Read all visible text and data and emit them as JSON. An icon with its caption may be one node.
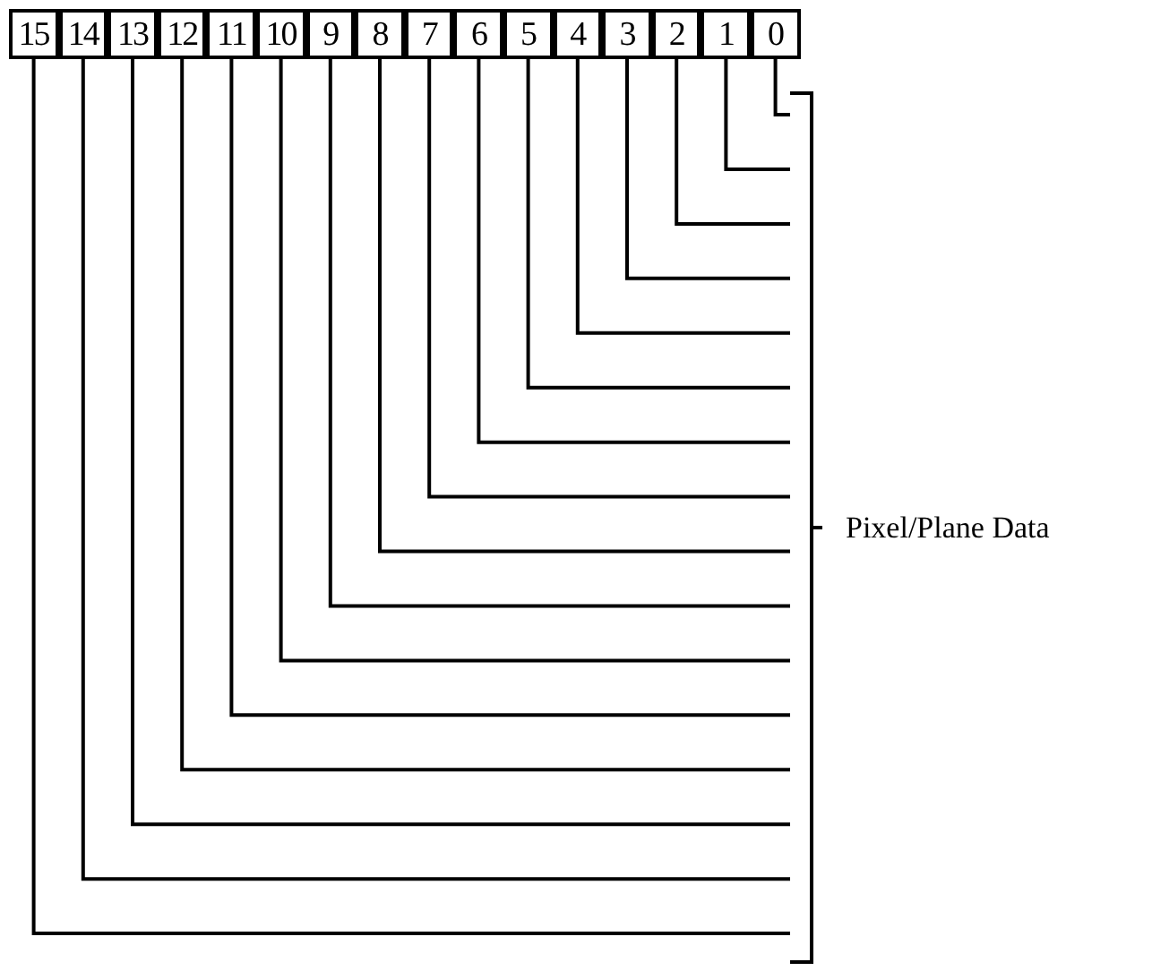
{
  "diagram": {
    "nodes": [
      {
        "text": [
          "15"
        ]
      },
      {
        "text": [
          "14"
        ]
      },
      {
        "text": [
          "13"
        ]
      },
      {
        "text": [
          "12"
        ]
      },
      {
        "text": [
          "11"
        ]
      },
      {
        "text": [
          "10"
        ]
      },
      {
        "text": [
          "9"
        ]
      },
      {
        "text": [
          "8"
        ]
      },
      {
        "text": [
          "7"
        ]
      },
      {
        "text": [
          "6"
        ]
      },
      {
        "text": [
          "5"
        ]
      },
      {
        "text": [
          "4"
        ]
      },
      {
        "text": [
          "3"
        ]
      },
      {
        "text": [
          "2"
        ]
      },
      {
        "text": [
          "1"
        ]
      },
      {
        "text": [
          "0"
        ]
      },
      {
        "text": [],
        "shape": "bracket",
        "beside": [
          "Pixel/Plane Data"
        ]
      }
    ],
    "edges": [
      {
        "from": 0,
        "to": 16,
        "arrow": "none"
      },
      {
        "from": 1,
        "to": 16,
        "arrow": "none"
      },
      {
        "from": 2,
        "to": 16,
        "arrow": "none"
      },
      {
        "from": 3,
        "to": 16,
        "arrow": "none"
      },
      {
        "from": 4,
        "to": 16,
        "arrow": "none"
      },
      {
        "from": 5,
        "to": 16,
        "arrow": "none"
      },
      {
        "from": 6,
        "to": 16,
        "arrow": "none"
      },
      {
        "from": 7,
        "to": 16,
        "arrow": "none"
      },
      {
        "from": 8,
        "to": 16,
        "arrow": "none"
      },
      {
        "from": 9,
        "to": 16,
        "arrow": "none"
      },
      {
        "from": 10,
        "to": 16,
        "arrow": "none"
      },
      {
        "from": 11,
        "to": 16,
        "arrow": "none"
      },
      {
        "from": 12,
        "to": 16,
        "arrow": "none"
      },
      {
        "from": 13,
        "to": 16,
        "arrow": "none"
      },
      {
        "from": 14,
        "to": 16,
        "arrow": "none"
      },
      {
        "from": 15,
        "to": 16,
        "arrow": "none"
      }
    ]
  }
}
